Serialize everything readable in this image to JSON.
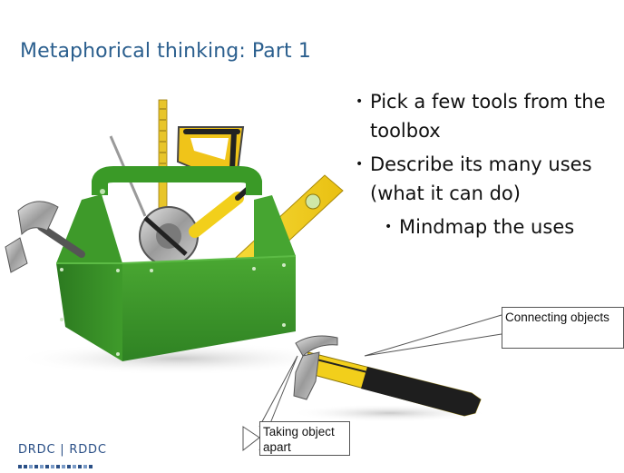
{
  "slide": {
    "title": "Metaphorical thinking: Part 1",
    "bullets": [
      {
        "level": 1,
        "text": "Pick a few tools from the toolbox"
      },
      {
        "level": 1,
        "text": "Describe its many uses (what it can do)"
      },
      {
        "level": 2,
        "text": "Mindmap the uses"
      }
    ],
    "callouts": {
      "connecting": "Connecting objects",
      "taking_apart": "Taking object apart"
    },
    "logo": "DRDC | RDDC"
  },
  "icons": {
    "toolbox": "toolbox-icon",
    "hammer": "hammer-icon"
  },
  "colors": {
    "title": "#2b5f8e",
    "toolbox_green": "#3e9a2a",
    "tool_yellow": "#f2cf1b",
    "logo": "#2a4f86"
  }
}
